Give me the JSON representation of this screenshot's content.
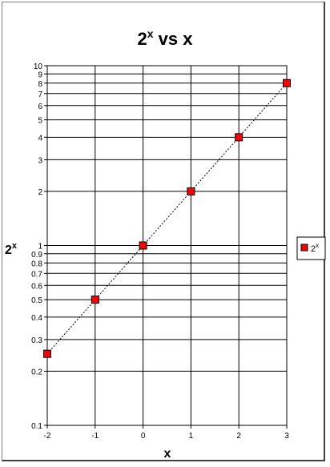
{
  "chart_data": {
    "type": "line",
    "title_base": "2",
    "title_sup": "x",
    "title_rest": " vs x",
    "xlabel": "x",
    "ylabel_base": "2",
    "ylabel_sup": "x",
    "x_scale": "linear",
    "y_scale": "log",
    "xlim": [
      -2,
      3
    ],
    "ylim": [
      0.1,
      10
    ],
    "x_ticks": [
      -2,
      -1,
      0,
      1,
      2,
      3
    ],
    "x_tick_labels": [
      "-2",
      "-1",
      "0",
      "1",
      "2",
      "3"
    ],
    "y_ticks": [
      0.1,
      0.2,
      0.3,
      0.4,
      0.5,
      0.6,
      0.7,
      0.8,
      0.9,
      1,
      2,
      3,
      4,
      5,
      6,
      7,
      8,
      9,
      10
    ],
    "y_tick_labels": [
      "0.1",
      "0.2",
      "0.3",
      "0.4",
      "0.5",
      "0.6",
      "0.7",
      "0.8",
      "0.9",
      "1",
      "2",
      "3",
      "4",
      "5",
      "6",
      "7",
      "8",
      "9",
      "10"
    ],
    "grid": true,
    "legend_position": "right",
    "series": [
      {
        "name_base": "2",
        "name_sup": "x",
        "x": [
          -2,
          -1,
          0,
          1,
          2,
          3
        ],
        "y": [
          0.25,
          0.5,
          1,
          2,
          4,
          8
        ],
        "marker": "square",
        "marker_color": "#ff0000",
        "line_style": "dotted",
        "line_color": "#000000"
      }
    ]
  }
}
